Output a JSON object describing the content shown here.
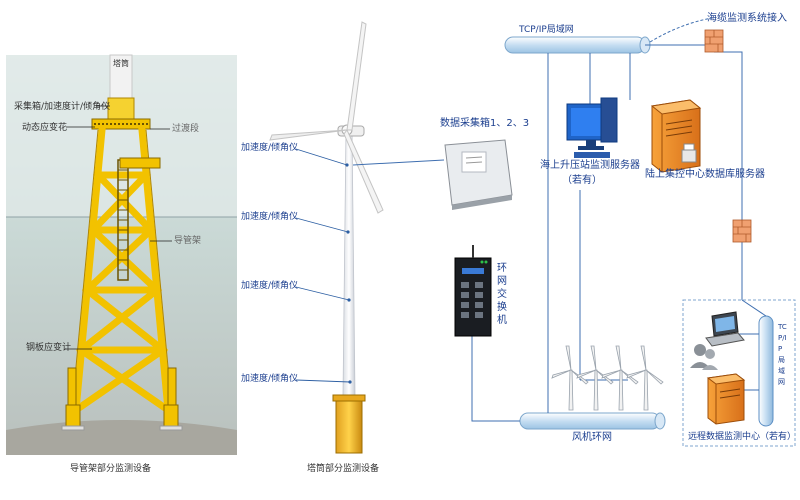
{
  "jacket": {
    "tower_label": "塔筒",
    "collector_label": "采集箱/加速度计/倾角仪",
    "dynamic_strain_label": "动态应变花",
    "transition_label": "过渡段",
    "guide_frame_label": "导管架",
    "steel_strain_label": "钢板应变计",
    "caption": "导管架部分监测设备"
  },
  "tower": {
    "sensor_labels": [
      "加速度/倾角仪",
      "加速度/倾角仪",
      "加速度/倾角仪",
      "加速度/倾角仪"
    ],
    "caption": "塔筒部分监测设备"
  },
  "network": {
    "collector_box_label": "数据采集箱1、2、3",
    "switch_label": "环网交换机",
    "lan_label": "TCP/IP局域网",
    "cable_label": "海缆监测系统接入",
    "offshore_server_label": "海上升压站监测服务器",
    "offshore_server_note": "（若有）",
    "onshore_server_label": "陆上集控中心数据库服务器",
    "ring_label": "风机环网",
    "remote_lan_label": "TCP/IP局域网",
    "remote_center_label": "远程数据监测中心（若有）"
  },
  "colors": {
    "sea": "#c7d6d3",
    "seabed": "#bfbfb9",
    "structure": "#f2c200",
    "structure_edge": "#b08600",
    "pipe": "#cfe3f3",
    "line_blue": "#3f6fb0",
    "server_orange": "#f08a1e"
  }
}
